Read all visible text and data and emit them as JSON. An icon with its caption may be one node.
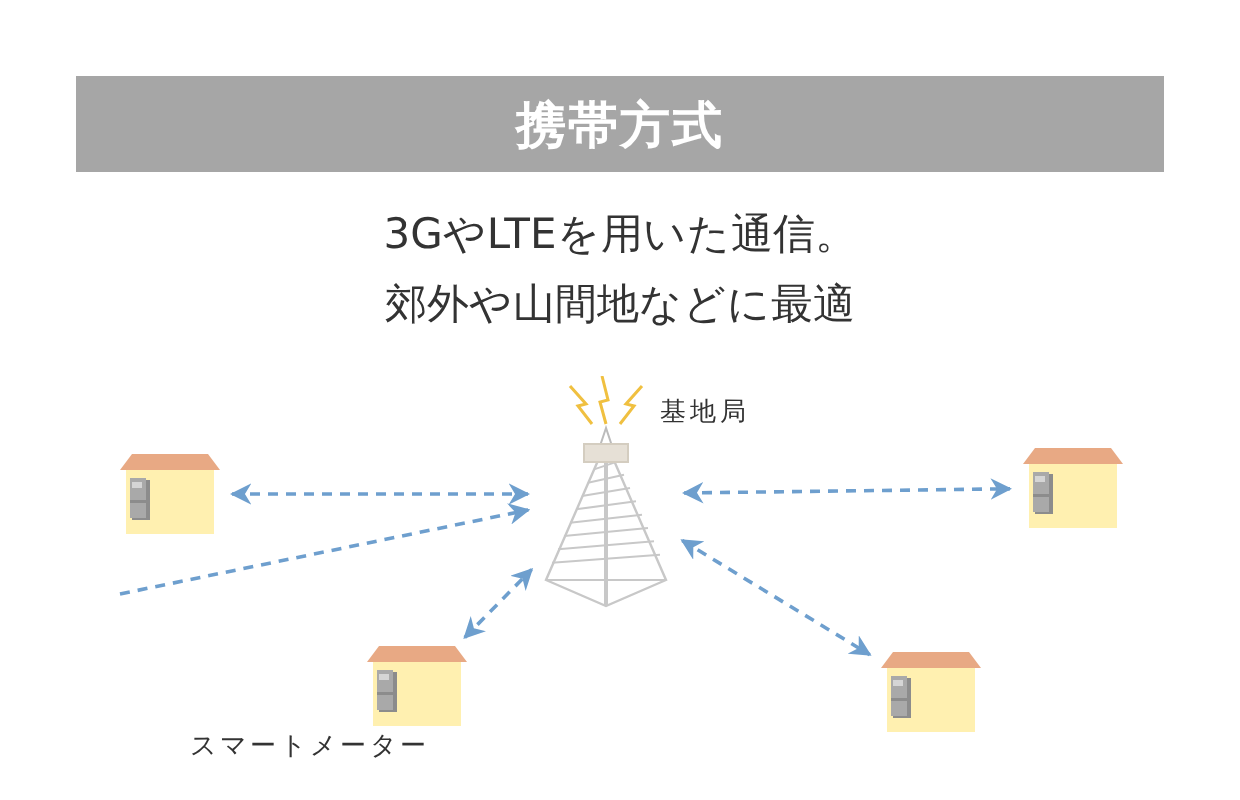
{
  "diagram": {
    "title": "携帯方式",
    "nodes": [
      {
        "text": [],
        "shape": "picture",
        "beside": [
          "基地局"
        ]
      },
      {
        "text": [],
        "shape": "picture"
      },
      {
        "text": [],
        "shape": "picture"
      },
      {
        "text": [],
        "shape": "picture",
        "beside": [
          "スマートメーター"
        ]
      },
      {
        "text": [],
        "shape": "picture"
      }
    ],
    "edges": [
      {
        "from": 1,
        "to": 0,
        "arrow": "both",
        "style": "dashed"
      },
      {
        "from": null,
        "to": 0,
        "arrow": "to",
        "style": "dashed"
      },
      {
        "from": 0,
        "to": 2,
        "arrow": "both",
        "style": "dashed"
      },
      {
        "from": 3,
        "to": 0,
        "arrow": "both",
        "style": "dashed"
      },
      {
        "from": 0,
        "to": 4,
        "arrow": "both",
        "style": "dashed"
      }
    ],
    "labels": [
      "3GやLTEを用いた通信。",
      "郊外や山間地などに最適"
    ]
  }
}
